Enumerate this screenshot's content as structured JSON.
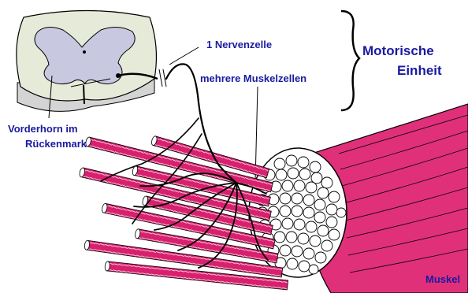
{
  "labels": {
    "nervenzelle": "1 Nervenzelle",
    "muskelzellen": "mehrere Muskelzellen",
    "motorische": "Motorische",
    "einheit": "Einheit",
    "vorderhorn_line1": "Vorderhorn im",
    "vorderhorn_line2": "Rückenmark",
    "muskel": "Muskel"
  },
  "colors": {
    "label_blue": "#1a1aa0",
    "muscle_magenta": "#d8206e",
    "spinal_cord_gray": "#c8c8e0",
    "line_black": "#000000"
  },
  "icons": {
    "grouping_brace": "right-curly-brace",
    "spinal_cord": "spinal-cord-cross-section",
    "muscle": "muscle-fiber-bundle"
  }
}
